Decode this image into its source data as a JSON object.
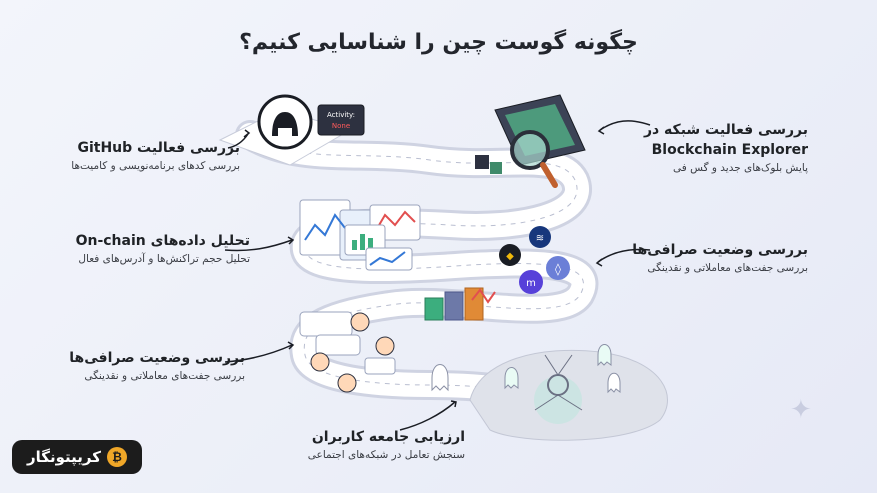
{
  "title": "چگونه گوست چین را شناسایی کنیم؟",
  "steps": {
    "github": {
      "title": "بررسی فعالیت GitHub",
      "subtitle": "بررسی کدهای برنامه‌نویسی و کامیت‌ها"
    },
    "explorer": {
      "title": "بررسی فعالیت شبکه در Blockchain Explorer",
      "title_line1": "بررسی فعالیت شبکه در",
      "title_line2": "Blockchain Explorer",
      "subtitle": "پایش بلوک‌های جدید و گس فی"
    },
    "onchain": {
      "title": "تحلیل داده‌های On-chain",
      "subtitle": "تحلیل حجم تراکنش‌ها و آدرس‌های فعال"
    },
    "exchanges_right": {
      "title": "بررسی وضعیت صرافی‌ها",
      "subtitle": "بررسی جفت‌های معاملاتی و نقدینگی"
    },
    "exchanges_left": {
      "title": "بررسی وضعیت صرافی‌ها",
      "subtitle": "بررسی جفت‌های معاملاتی و نقدینگی"
    },
    "users": {
      "title": "ارزیابی جامعه کاربران",
      "subtitle": "سنجش تعامل در شبکه‌های اجتماعی"
    }
  },
  "illustration": {
    "activity_sign_line1": "Activity:",
    "activity_sign_line2": "None"
  },
  "brand": {
    "name": "کریپتونگار",
    "logo_glyph": "₿"
  },
  "colors": {
    "accent": "#1a1d24",
    "path": "#ffffff",
    "path_edge": "#cfd3e2",
    "brand_bg": "#1c1c1c",
    "brand_logo": "#f0a728"
  }
}
